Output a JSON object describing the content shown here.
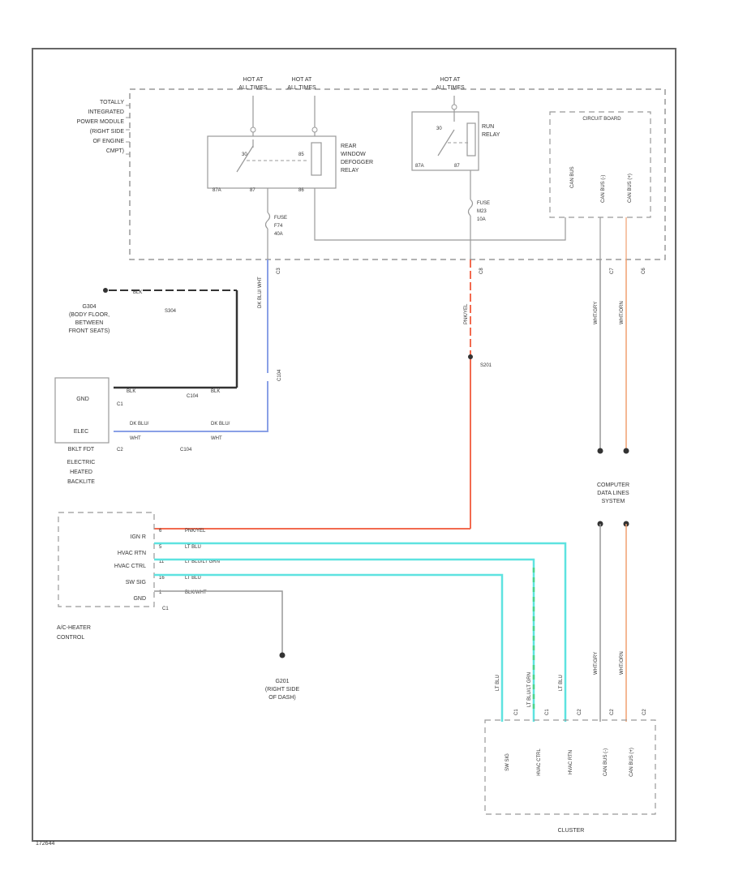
{
  "colors": {
    "wire_black": "#333333",
    "wire_blue": "#8aa0e6",
    "wire_red": "#f26a4f",
    "wire_cyan": "#5ee3e0",
    "wire_green": "#4fd48a",
    "wire_orange": "#f0a070",
    "wire_gray": "#999999",
    "frame": "#666666"
  },
  "tipm": {
    "label": [
      "TOTALLY",
      "INTEGRATED",
      "POWER MODULE",
      "(RIGHT SIDE",
      "OF ENGINE",
      "CMPT)"
    ],
    "hot_a": [
      "HOT AT",
      "ALL TIMES"
    ],
    "hot_b": [
      "HOT AT",
      "ALL TIMES"
    ],
    "hot_c": [
      "HOT AT",
      "ALL TIMES"
    ],
    "defogger_relay": [
      "REAR",
      "WINDOW",
      "DEFOGGER",
      "RELAY"
    ],
    "run_relay": [
      "RUN",
      "RELAY"
    ],
    "circuit_board": "CIRCUIT BOARD",
    "pins_left": [
      "87A",
      "87",
      "86"
    ],
    "pins_right": [
      "87A",
      "87"
    ],
    "pin_30": "30",
    "pin_85": "85",
    "fuse_a": [
      "FUSE",
      "F74",
      "40A"
    ],
    "fuse_b": [
      "FUSE",
      "M23",
      "10A"
    ],
    "bus_labels": [
      "CAN BUS",
      "CAN BUS (-)",
      "CAN BUS (+)"
    ],
    "conn_c3": "C3",
    "conn_c8": "C8",
    "conn_c7": "C7",
    "conn_c6": "C6"
  },
  "wires": {
    "blk_top": "BLK",
    "dk_blu_wht_vert": "DK BLU/ WHT",
    "pnk_yel_vert": "PNK/YEL",
    "wht_gry": "WHT/GRY",
    "wht_orn": "WHT/ORN",
    "c104_a": "C104",
    "c104_b": "C104",
    "c104_top": "C104",
    "blk_gnd1": "BLK",
    "blk_gnd2": "BLK",
    "dk_blu_wht_a": [
      "DK BLU/",
      "WHT"
    ],
    "dk_blu_wht_b": [
      "DK BLU/",
      "WHT"
    ]
  },
  "ground_g304": {
    "id": "G304",
    "label": [
      "G304",
      "(BODY FLOOR,",
      "BETWEEN",
      "FRONT SEATS)"
    ],
    "splice": "S304"
  },
  "backlite": {
    "gnd": "GND",
    "c1": "C1",
    "elec": [
      "ELEC",
      "BKLT FDT"
    ],
    "c2": "C2",
    "label": [
      "ELECTRIC",
      "HEATED",
      "BACKLITE"
    ]
  },
  "splice_s201": "S201",
  "data_lines": [
    "COMPUTER",
    "DATA LINES",
    "SYSTEM"
  ],
  "hvac": {
    "pins": [
      "IGN R",
      "HVAC RTN",
      "HVAC CTRL",
      "SW SIG",
      "GND"
    ],
    "pin_nums": [
      "6",
      "5",
      "11",
      "16",
      "1"
    ],
    "conn": "C1",
    "label": [
      "A/C-HEATER",
      "CONTROL"
    ],
    "wire_labels": [
      "PNK/YEL",
      "LT BLU",
      "LT BLU/LT GRN",
      "LT BLU",
      "BLK/WHT"
    ]
  },
  "ground_g201": {
    "label": [
      "G201",
      "(RIGHT SIDE",
      "OF DASH)"
    ]
  },
  "cluster": {
    "pins": [
      "SW SIG",
      "HVAC CTRL",
      "HVAC RTN",
      "CAN BUS (-)",
      "CAN BUS (+)"
    ],
    "vert_wires": [
      "LT BLU",
      "LT BLU/LT GRN",
      "LT BLU",
      "WHT/GRY",
      "WHT/ORN"
    ],
    "conns": [
      "C1",
      "C1",
      "C2",
      "C2",
      "C2"
    ],
    "label": "CLUSTER"
  },
  "figure_id": "172644"
}
